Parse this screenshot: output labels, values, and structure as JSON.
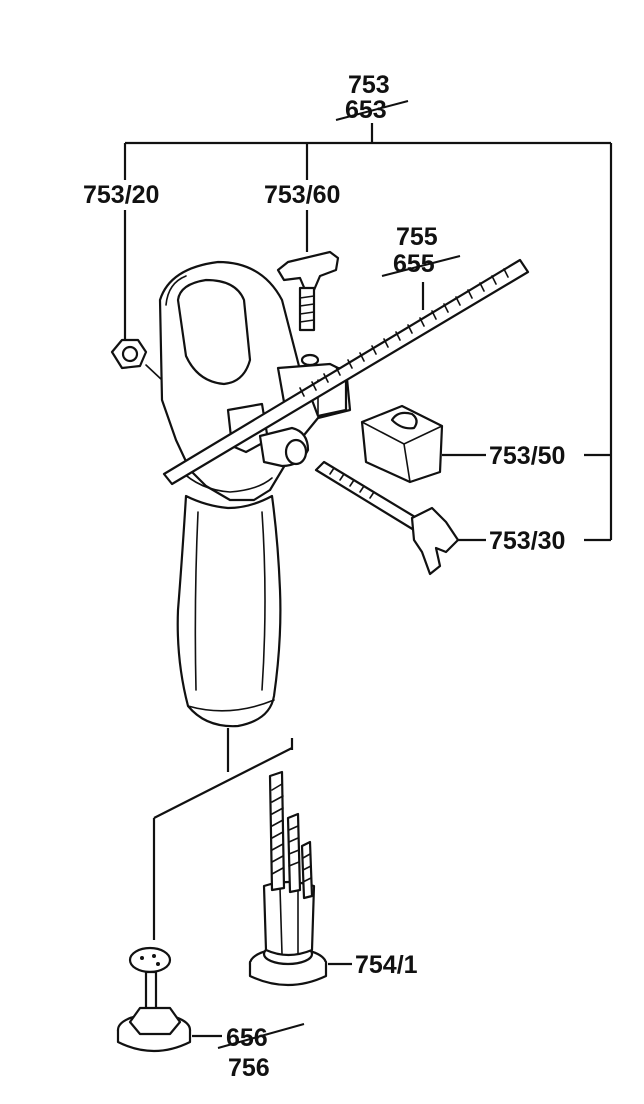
{
  "labels": {
    "p753": "753",
    "p753_old": "653",
    "p753_20": "753/20",
    "p753_60": "753/60",
    "p755": "755",
    "p755_old": "655",
    "p753_50": "753/50",
    "p753_30": "753/30",
    "p754_1": "754/1",
    "p756_old": "656",
    "p756": "756"
  }
}
